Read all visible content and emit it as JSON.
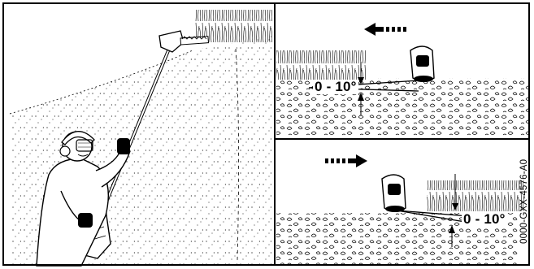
{
  "panels": {
    "top_right": {
      "angle_label": "0 - 10°",
      "direction": "left"
    },
    "bottom_right": {
      "angle_label": "0 - 10°",
      "direction": "right"
    }
  },
  "figure_code": "0000-GXX-4576-A0",
  "icons": [
    "operator-illustration",
    "pole-hedge-trimmer",
    "hedge",
    "trimmer-head",
    "direction-arrow",
    "angle-arrow"
  ]
}
